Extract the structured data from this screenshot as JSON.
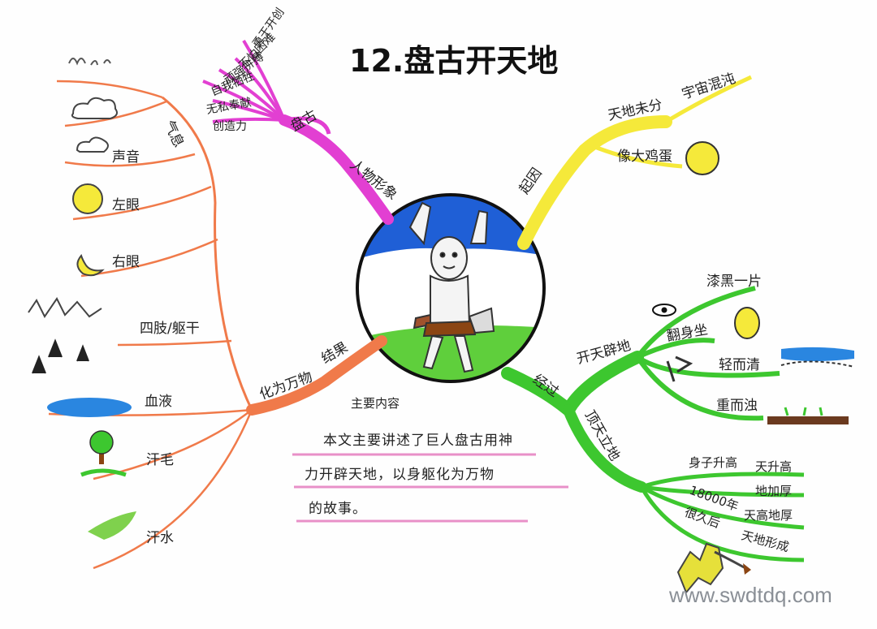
{
  "title": "12.盘古开天地",
  "watermark": "www.swdtdq.com",
  "colors": {
    "magenta": "#e23fd2",
    "yellow": "#f5e93a",
    "green": "#3dc72f",
    "orange": "#f07a4a",
    "sky": "#1f5fd6",
    "grass": "#5fcf3c"
  },
  "branches": {
    "top_left": {
      "label": "人物形象",
      "node": "盘古",
      "traits": [
        "勇于开创",
        "不怕困难",
        "顽强拼搏",
        "自我牺牲",
        "无私奉献",
        "创造力"
      ]
    },
    "top_right": {
      "label": "起因",
      "items": [
        "天地未分",
        "宇宙混沌",
        "像大鸡蛋"
      ]
    },
    "bottom_right": {
      "label": "经过",
      "kaitian": {
        "label": "开天辟地",
        "items": [
          "漆黑一片",
          "翻身坐",
          "轻而清",
          "重而浊"
        ]
      },
      "dingtian": {
        "label": "顶天立地",
        "items": [
          "身子升高",
          "天升高",
          "18000年",
          "地加厚",
          "很久后",
          "天高地厚",
          "天地形成"
        ]
      }
    },
    "bottom_left": {
      "label": "结果",
      "sub": "化为万物",
      "items": [
        "气息",
        "声音",
        "左眼",
        "右眼",
        "四肢/躯干",
        "血液",
        "汗毛",
        "汗水"
      ]
    },
    "main": {
      "label": "主要内容",
      "lines": [
        "本文主要讲述了巨人盘古用神",
        "力开辟天地，以身躯化为万物",
        "的故事。"
      ]
    }
  }
}
